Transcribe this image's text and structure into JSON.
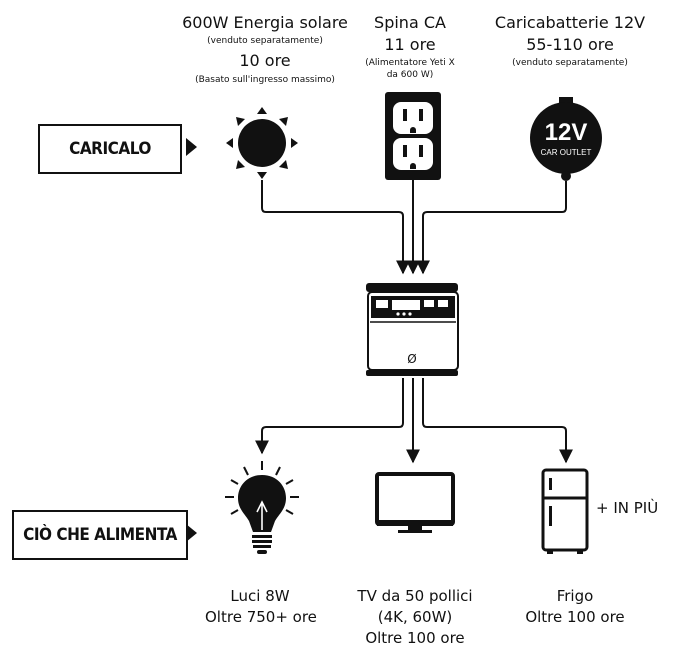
{
  "sources": [
    {
      "title": "600W Energia solare",
      "note": "(venduto separatamente)",
      "time": "10 ore",
      "note2": "(Basato sull'ingresso massimo)",
      "icon": "sun-icon"
    },
    {
      "title": "Spina CA",
      "time": "11 ore",
      "note": "(Alimentatore Yeti X",
      "note2": "da 600 W)",
      "icon": "wall-outlet-icon"
    },
    {
      "title": "Caricabatterie 12V",
      "time": "55-110 ore",
      "note": "(venduto separatamente)",
      "icon": "car-outlet-icon",
      "outlet_text": "12V",
      "outlet_sub": "CAR OUTLET"
    }
  ],
  "charge_label": "CARICALO",
  "power_label": "CIÒ CHE ALIMENTA",
  "plus_more": "+ IN PIÙ",
  "devices": [
    {
      "name": "Luci 8W",
      "line2": "Oltre 750+ ore",
      "line3": "",
      "icon": "light-bulb-icon"
    },
    {
      "name": "TV da 50 pollici",
      "line2": "(4K, 60W)",
      "line3": "Oltre 100 ore",
      "icon": "tv-icon"
    },
    {
      "name": "Frigo",
      "line2": "Oltre 100 ore",
      "line3": "",
      "icon": "fridge-icon"
    }
  ],
  "station": {
    "icon": "power-station-icon",
    "logo": "Ø"
  },
  "colors": {
    "ink": "#111111",
    "background": "#ffffff"
  }
}
